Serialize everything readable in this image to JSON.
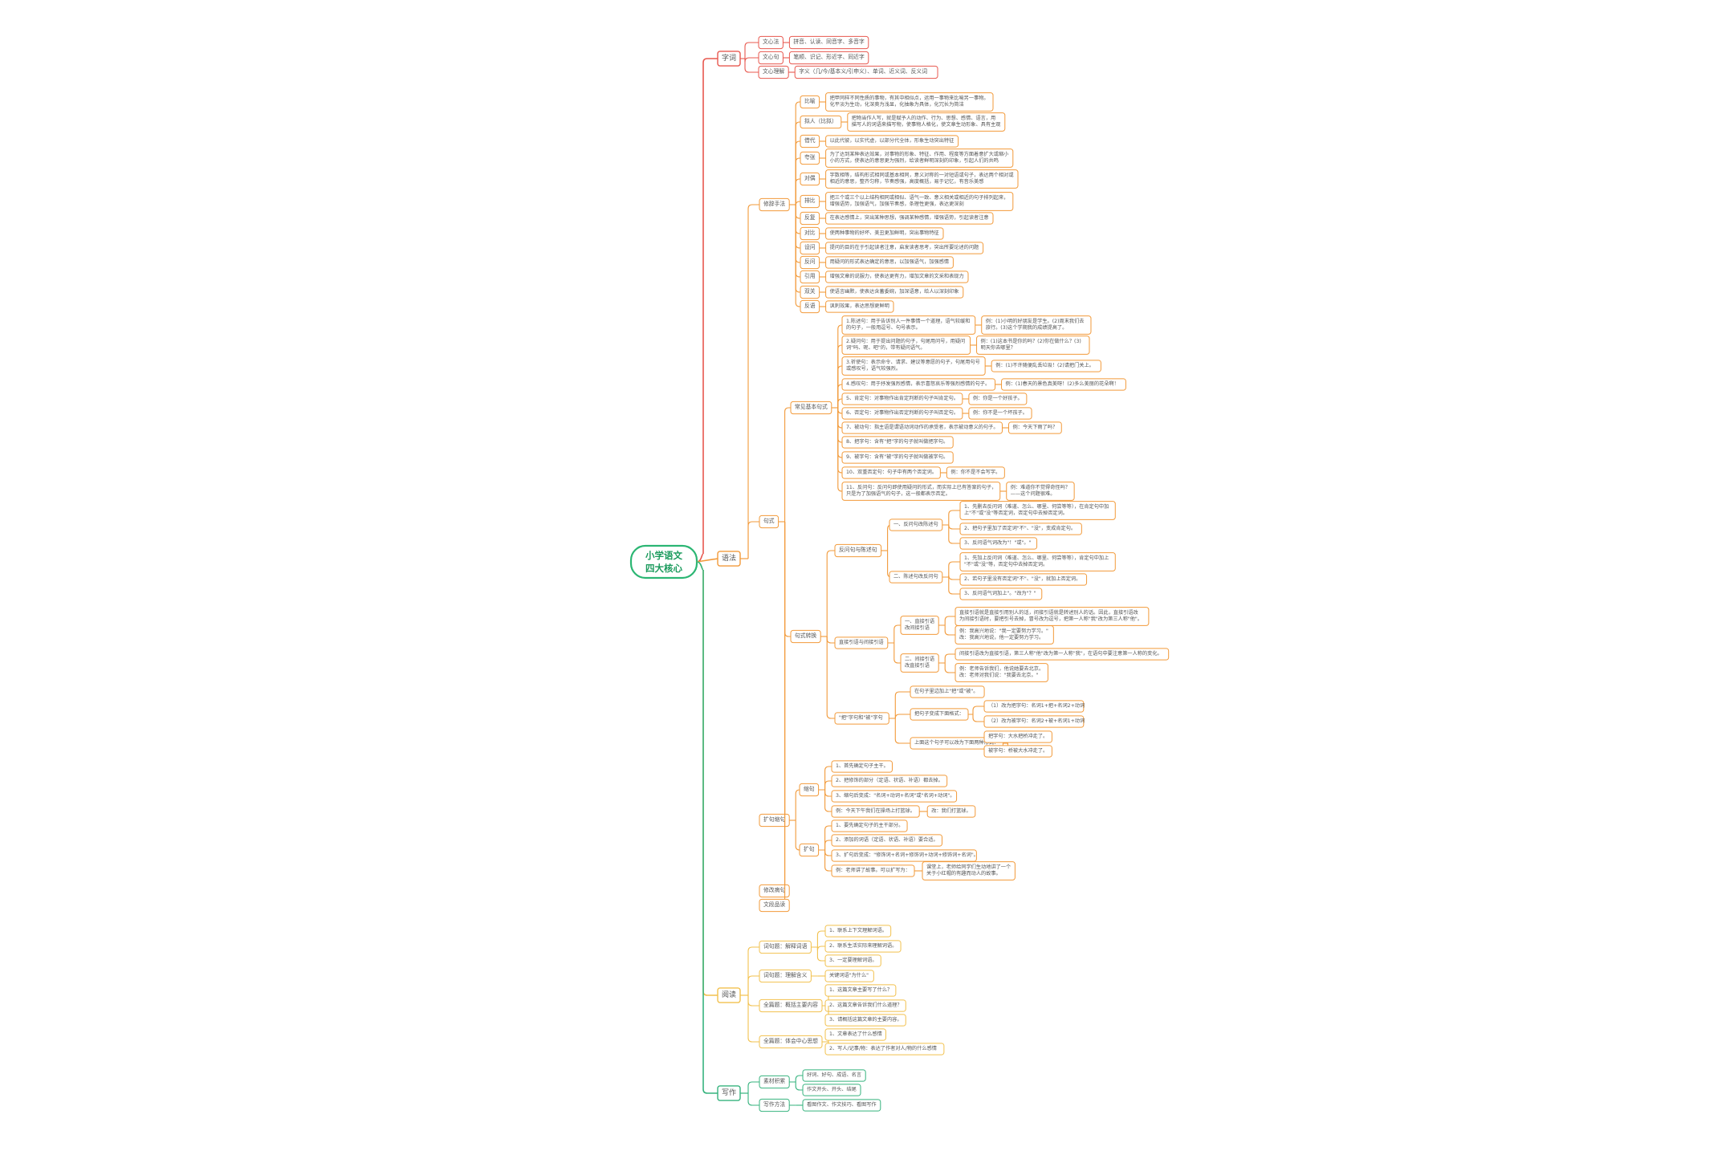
{
  "root": {
    "line1": "小学语文",
    "line2": "四大核心"
  },
  "colors": {
    "root_fill": "#ffffff",
    "root_border": "#2bb673",
    "root_text": "#1a9a5c",
    "branch_red": "#e8584f",
    "branch_orange": "#f29a3a",
    "branch_yellow": "#f2c14e",
    "branch_green": "#36b37e",
    "text": "#555555"
  },
  "branches": {
    "ciyu": {
      "label": "字词",
      "items": [
        {
          "label": "文心法",
          "detail": "拼音、认读、同音字、多音字"
        },
        {
          "label": "文心句",
          "detail": "笔顺、识记、形近字、同近字"
        },
        {
          "label": "文心理解",
          "detail": "字义（几/今/基本义/引申义）、单词、近义词、反义词"
        }
      ]
    },
    "yufa": {
      "label": "语法",
      "xiuci": {
        "label": "修辞手法",
        "items": [
          {
            "label": "比喻",
            "detail": [
              "把甲同样不同性质的事物，有其中相似点，运用一事物来比喻另一事物。",
              "化平淡为生动，化深奥为浅显，化抽象为具体，化冗长为简洁"
            ]
          },
          {
            "label": "拟人（比拟）",
            "detail": [
              "把物当作人写，就是赋予人的动作、行为、思想、感情、语言，用",
              "描写人的词语来描写物，使事物人格化，使文章生动形象、具有主观"
            ]
          },
          {
            "label": "借代",
            "detail": [
              "以此代彼，以实代虚，以部分代全体，形象生动突出特征"
            ]
          },
          {
            "label": "夸张",
            "detail": [
              "为了达到某种表达效果，对事物的形象、特征、作用、程度等方面着意扩大或缩小",
              "小的方式，使表达的意思更为强烈，给读者鲜明深刻的印象，引起人们的共鸣"
            ]
          },
          {
            "label": "对偶",
            "detail": [
              "字数相等，结构形式相同或基本相同，意义对称的一对短语或句子，表达两个相对或",
              "相近的意思，整齐匀称，节奏感强，高度概括，易于记忆，有音乐美感"
            ]
          },
          {
            "label": "排比",
            "detail": [
              "把三个或三个以上结构相同或相似、语气一致、意义相关或相近的句子排列起来，",
              "增强语势，加强语气，加强节奏感，条理性更强，表达更深刻"
            ]
          },
          {
            "label": "反复",
            "detail": [
              "在表达感情上，突出某种思想，强调某种感情，增强语势，引起读者注意"
            ]
          },
          {
            "label": "对比",
            "detail": [
              "使两种事物的好坏、美丑更加鲜明，突出事物特征"
            ]
          },
          {
            "label": "设问",
            "detail": [
              "提问的目的在于引起读者注意，启发读者思考，突出所要论述的问题"
            ]
          },
          {
            "label": "反问",
            "detail": [
              "用疑问的形式表达确定的意思，以加强语气，加强感情"
            ]
          },
          {
            "label": "引用",
            "detail": [
              "增强文章的说服力，使表达更有力，增加文章的文采和表现力"
            ]
          },
          {
            "label": "双关",
            "detail": [
              "使语言幽默，使表达含蓄委婉，加深语意，给人以深刻印象"
            ]
          },
          {
            "label": "反语",
            "detail": [
              "讽刺效果，表达思想更鲜明"
            ]
          }
        ]
      },
      "jushi": {
        "label": "句式",
        "changjian": {
          "label": "常见基本句式",
          "items": [
            {
              "text": [
                "1.陈述句：用于告诉别人一件事情一个道理，语气较缓和",
                "的句子，一般用逗号、句号表示。"
              ],
              "example": [
                "例：(1)小明的好朋友是学生。(2)周末我们去",
                "旅行。(3)这个学期我的成绩提高了。"
              ]
            },
            {
              "text": [
                "2.疑问句：用于提出问题的句子，句尾用问号，用疑问",
                "词\"吗、呢、吧\"的，带有疑问语气。"
              ],
              "example": [
                "例：(1)这本书是你的吗？(2)你在做什么？(3)",
                "明天你去哪里？"
              ]
            },
            {
              "text": [
                "3.祈使句：表示命令、请求、建议等意愿的句子，句尾用句号",
                "或感叹号，语气较强烈。"
              ],
              "example": [
                "例：(1)不许随便乱丢垃圾！(2)请把门关上。"
              ]
            },
            {
              "text": [
                "4.感叹句：用于抒发强烈感情，表示喜怒哀乐等强烈感情的句子。"
              ],
              "example": [
                "例：(1)春天的景色真美呀！(2)多么美丽的花朵啊！"
              ]
            },
            {
              "text": [
                "5、肯定句：对事物作出肯定判断的句子叫肯定句。"
              ],
              "example": [
                "例：你是一个好孩子。"
              ]
            },
            {
              "text": [
                "6、否定句：对事物作出否定判断的句子叫否定句。"
              ],
              "example": [
                "例：你不是一个坏孩子。"
              ]
            },
            {
              "text": [
                "7、被动句：指主语是谓语动词动作的承受者，表示被动意义的句子。"
              ],
              "example": [
                "例：今天下雨了吗？"
              ]
            },
            {
              "text": [
                "8、把字句：含有\"把\"字的句子就叫做把字句。"
              ],
              "example": []
            },
            {
              "text": [
                "9、被字句：含有\"被\"字的句子就叫做被字句。"
              ],
              "example": []
            },
            {
              "text": [
                "10、双重否定句：句子中有两个否定词。"
              ],
              "example": [
                "例：你不是不会写字。"
              ]
            },
            {
              "text": [
                "11、反问句：反问句即使用疑问的形式，而实际上已有答案的句子，",
                "只是为了加强语气的句子，这一般都表示否定。"
              ],
              "example": [
                "例：难道你不觉得奇怪吗？",
                "——这个问题很难。"
              ]
            }
          ]
        },
        "zhuanhuan": {
          "label": "句式转换",
          "fanwen": {
            "label": "反问句与陈述句",
            "groups": [
              {
                "label": "一、反问句改陈述句",
                "items": [
                  "1、先删去反问词（难道、怎么、哪里、何尝等等），在肯定句中加上\"不\"或\"没\"等否定词，否定句中去掉否定词。",
                  "2、把句子里加了否定词\"不\"、\"没\"，变成肯定句。",
                  "3、反问语气词改为\"！\"或\"。\""
                ]
              },
              {
                "label": "二、陈述句改反问句",
                "items": [
                  "1、先加上反问词（难道、怎么、哪里、何尝等等），肯定句中加上\"不\"或\"没\"等，否定句中去掉否定词。",
                  "2、若句子里没有否定词\"不\"、\"没\"，就加上否定词。",
                  "3、反问语气词加上\"。\"改为\"？\""
                ]
              }
            ]
          },
          "yinyu": {
            "label": "直接引语与间接引语",
            "groups": [
              {
                "label": "一、直接引语改间接引语",
                "text": [
                  "直接引语就是直接引用别人的话，间接引语就是转述别人的话。因此，直接引语改",
                  "为间接引语时，要把引号去掉，冒号改为逗号，把第一人称\"我\"改为第三人称\"他\"。"
                ],
                "example": [
                  "例：我高兴地说：\"我一定要努力学习。\"",
                  "改：我高兴地说，他一定要努力学习。"
                ]
              },
              {
                "label": "二、间接引语改直接引语",
                "text": [
                  "间接引语改为直接引语，第三人称\"他\"改为第一人称\"我\"，在语句中要注意第一人称的变化。"
                ],
                "example": [
                  "例：老师告诉我们，他说她要去北京。",
                  "改：老师对我们说：\"我要去北京。\""
                ]
              }
            ]
          },
          "babei": {
            "label": "\"把\"字句和\"被\"字句",
            "items": [
              {
                "text": "在句子里边加上\"把\"或\"被\"。",
                "subs": []
              },
              {
                "text": "把句子变成下面格式：",
                "subs": [
                  "（1）改为把字句：名词1+把+名词2+动词",
                  "（2）改为被字句：名词2+被+名词1+动词"
                ]
              },
              {
                "text": "上面这个句子可以改为下面两种形式：",
                "subs": [
                  "把字句：大水把桥冲走了。",
                  "被字句：桥被大水冲走了。"
                ]
              }
            ]
          }
        },
        "kuosuo": {
          "label": "扩句缩句",
          "suo": {
            "label": "缩句",
            "items": [
              "1、首先确定句子主干。",
              "2、把修饰的部分（定语、状语、补语）都去掉。",
              "3、缩句后变成：\"名词+动词+名词\"或\"名词+动词\"。",
              "例：今天下午我们在操场上打篮球。"
            ],
            "result": "改：我们打篮球。"
          },
          "kuo": {
            "label": "扩句",
            "items": [
              "1、要先确定句子的主干部分。",
              "2、添加的词语（定语、状语、补语）要合适。",
              "3、扩句后变成：\"修饰词+名词+修饰词+动词+修饰词+名词\"。",
              "例：老师讲了故事。可以扩写为："
            ],
            "result": [
              "课堂上，老师给同学们生动地讲了一个",
              "关于小红帽的有趣而动人的故事。"
            ]
          }
        },
        "xiugai": {
          "label": "修改病句"
        },
        "wenjuan": {
          "label": "文段品读"
        }
      }
    },
    "yuedu": {
      "label": "阅读",
      "groups": [
        {
          "label": "词句题：解释词语",
          "items": [
            "1、联系上下文理解词语。",
            "2、联系生活实际来理解词语。",
            "3、一定要理解词语。"
          ]
        },
        {
          "label": "词句题：理解含义",
          "items": [
            "关键词语\"为什么\""
          ]
        },
        {
          "label": "全篇题：概括主要内容",
          "items": [
            "1、这篇文章主要写了什么？",
            "2、这篇文章告诉我们什么道理？",
            "3、请概括这篇文章的主要内容。"
          ]
        },
        {
          "label": "全篇题：体会中心思想",
          "items": [
            "1、文章表达了什么感情",
            "2、写人/记事/物：表达了作者对人/物的什么感情"
          ]
        }
      ]
    },
    "xiezuo": {
      "label": "写作",
      "groups": [
        {
          "label": "素材积累",
          "items": [
            "好词、好句、成语、名言",
            "作文开头、开头、结尾"
          ]
        },
        {
          "label": "写作方法",
          "items": [
            "看图作文、作文技巧、看图写作"
          ]
        }
      ]
    }
  }
}
